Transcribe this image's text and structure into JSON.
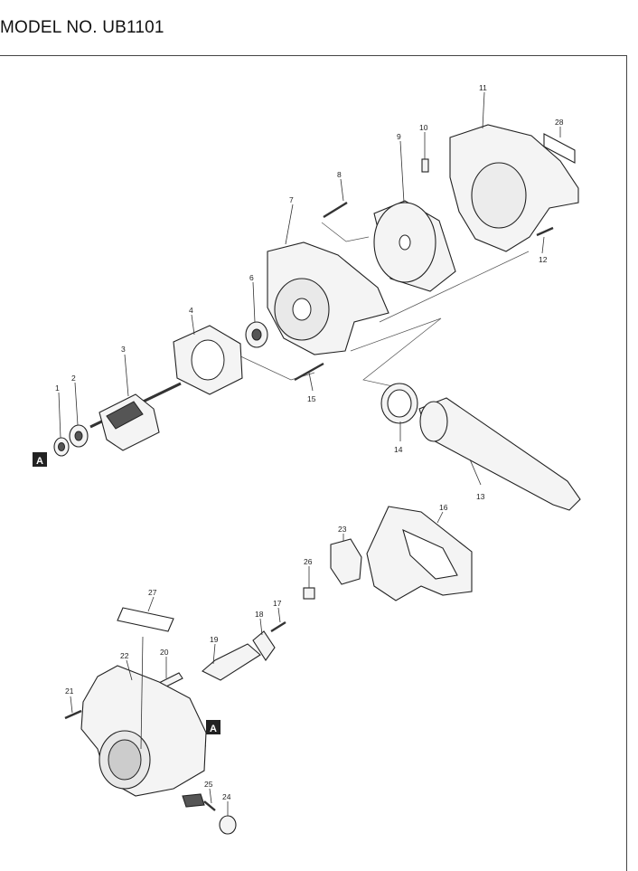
{
  "title": "MODEL NO. UB1101",
  "ref_marker": "A",
  "parts": [
    {
      "id": "part-1",
      "label": "1"
    },
    {
      "id": "part-2",
      "label": "2"
    },
    {
      "id": "part-3",
      "label": "3"
    },
    {
      "id": "part-4",
      "label": "4"
    },
    {
      "id": "part-5",
      "label": "6"
    },
    {
      "id": "part-6",
      "label": "7"
    },
    {
      "id": "part-7",
      "label": "8"
    },
    {
      "id": "part-8",
      "label": "9"
    },
    {
      "id": "part-9",
      "label": "10"
    },
    {
      "id": "part-10",
      "label": "11"
    },
    {
      "id": "part-11",
      "label": "12"
    },
    {
      "id": "part-12",
      "label": "13"
    },
    {
      "id": "part-13",
      "label": "14"
    },
    {
      "id": "part-14",
      "label": "15"
    },
    {
      "id": "part-15",
      "label": "16"
    },
    {
      "id": "part-16",
      "label": "17"
    },
    {
      "id": "part-17",
      "label": "18"
    },
    {
      "id": "part-18",
      "label": "19"
    },
    {
      "id": "part-19",
      "label": "20"
    },
    {
      "id": "part-20",
      "label": "21"
    },
    {
      "id": "part-21",
      "label": "22"
    },
    {
      "id": "part-22",
      "label": "23"
    },
    {
      "id": "part-23",
      "label": "24"
    },
    {
      "id": "part-24",
      "label": "25"
    },
    {
      "id": "part-25",
      "label": "26"
    },
    {
      "id": "part-26",
      "label": "27"
    },
    {
      "id": "part-27",
      "label": "28"
    }
  ]
}
